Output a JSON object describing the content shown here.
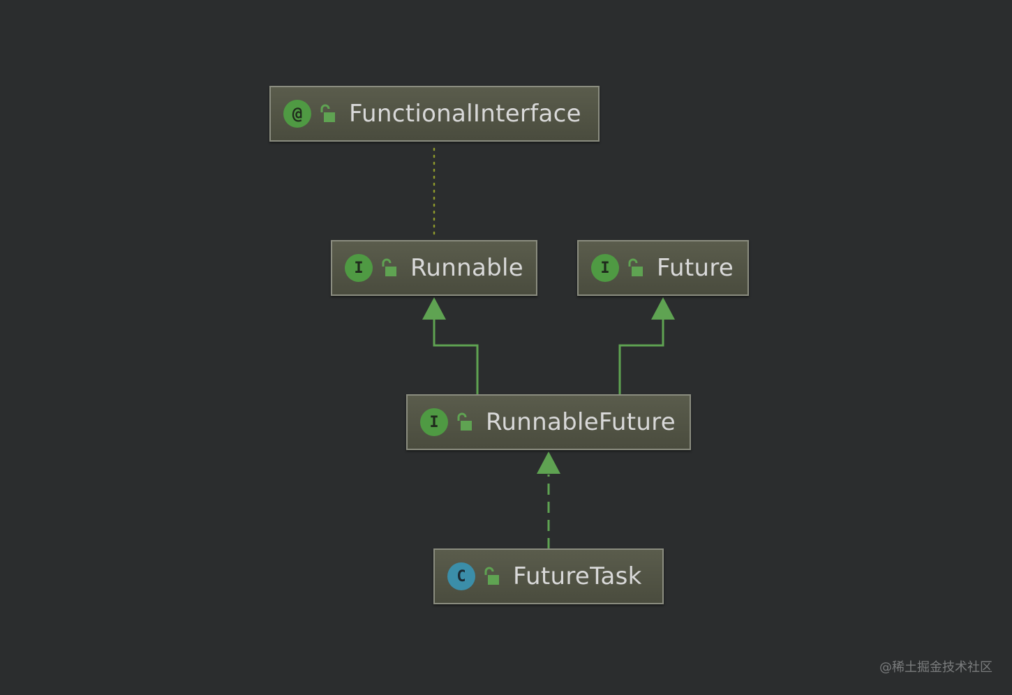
{
  "diagram": {
    "nodes": [
      {
        "id": "functional-interface",
        "kind": "annotation",
        "badge": "@",
        "label": "FunctionalInterface"
      },
      {
        "id": "runnable",
        "kind": "interface",
        "badge": "I",
        "label": "Runnable"
      },
      {
        "id": "future",
        "kind": "interface",
        "badge": "I",
        "label": "Future"
      },
      {
        "id": "runnable-future",
        "kind": "interface",
        "badge": "I",
        "label": "RunnableFuture"
      },
      {
        "id": "future-task",
        "kind": "class",
        "badge": "C",
        "label": "FutureTask"
      }
    ],
    "edges": [
      {
        "from": "runnable",
        "to": "functional-interface",
        "style": "dotted",
        "relation": "annotated-by"
      },
      {
        "from": "runnable-future",
        "to": "runnable",
        "style": "solid",
        "relation": "extends"
      },
      {
        "from": "runnable-future",
        "to": "future",
        "style": "solid",
        "relation": "extends"
      },
      {
        "from": "future-task",
        "to": "runnable-future",
        "style": "dashed",
        "relation": "implements"
      }
    ],
    "colors": {
      "background": "#2b2d2e",
      "edge": "#5fa352",
      "dotted_edge": "#8f9a2c",
      "interface_badge": "#4f9a43",
      "class_badge": "#3b8ea9"
    }
  },
  "watermark": "@稀土掘金技术社区"
}
